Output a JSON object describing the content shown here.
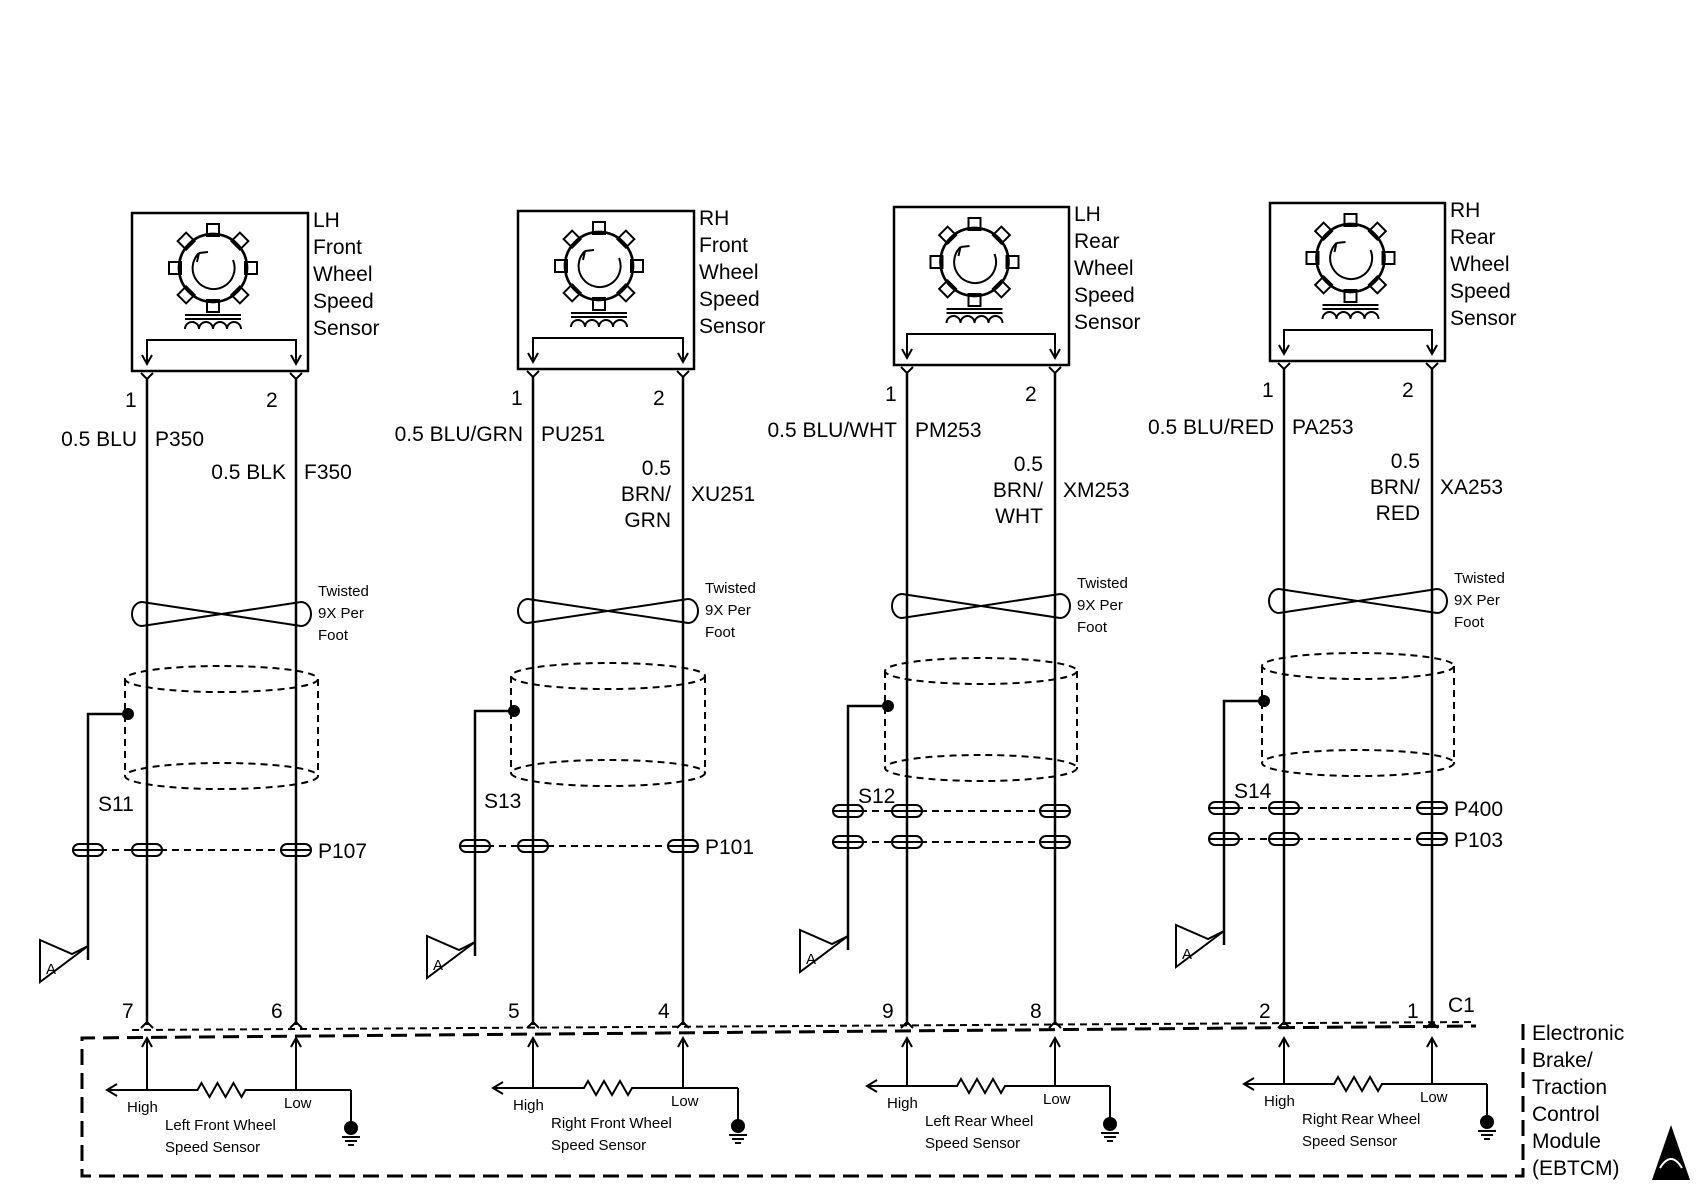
{
  "module": {
    "name_lines": [
      "Electronic",
      "Brake/",
      "Traction",
      "Control",
      "Module",
      "(EBTCM)"
    ],
    "connector": "C1"
  },
  "shield_twist_note": [
    "Twisted",
    "9X Per",
    "Foot"
  ],
  "connector_labels": [
    "P107",
    "P101",
    "P400",
    "P103"
  ],
  "ground_ref": "A",
  "sensors": [
    {
      "title_lines": [
        "LH",
        "Front",
        "Wheel",
        "Speed",
        "Sensor"
      ],
      "pin_high": "1",
      "pin_low": "2",
      "wire_high_color": "0.5 BLU",
      "wire_high_circuit": "P350",
      "wire_low_color_lines": [
        "0.5 BLK"
      ],
      "wire_low_circuit": "F350",
      "splice": "S11",
      "ecu_pin_high": "7",
      "ecu_pin_low": "6",
      "high_label": "High",
      "low_label": "Low",
      "ecu_sensor_lines": [
        "Left Front Wheel",
        "Speed Sensor"
      ]
    },
    {
      "title_lines": [
        "RH",
        "Front",
        "Wheel",
        "Speed",
        "Sensor"
      ],
      "pin_high": "1",
      "pin_low": "2",
      "wire_high_color": "0.5 BLU/GRN",
      "wire_high_circuit": "PU251",
      "wire_low_color_lines": [
        "0.5",
        "BRN/",
        "GRN"
      ],
      "wire_low_circuit": "XU251",
      "splice": "S13",
      "ecu_pin_high": "5",
      "ecu_pin_low": "4",
      "high_label": "High",
      "low_label": "Low",
      "ecu_sensor_lines": [
        "Right Front Wheel",
        "Speed Sensor"
      ]
    },
    {
      "title_lines": [
        "LH",
        "Rear",
        "Wheel",
        "Speed",
        "Sensor"
      ],
      "pin_high": "1",
      "pin_low": "2",
      "wire_high_color": "0.5 BLU/WHT",
      "wire_high_circuit": "PM253",
      "wire_low_color_lines": [
        "0.5",
        "BRN/",
        "WHT"
      ],
      "wire_low_circuit": "XM253",
      "splice": "S12",
      "ecu_pin_high": "9",
      "ecu_pin_low": "8",
      "high_label": "High",
      "low_label": "Low",
      "ecu_sensor_lines": [
        "Left Rear Wheel",
        "Speed Sensor"
      ]
    },
    {
      "title_lines": [
        "RH",
        "Rear",
        "Wheel",
        "Speed",
        "Sensor"
      ],
      "pin_high": "1",
      "pin_low": "2",
      "wire_high_color": "0.5 BLU/RED",
      "wire_high_circuit": "PA253",
      "wire_low_color_lines": [
        "0.5",
        "BRN/",
        "RED"
      ],
      "wire_low_circuit": "XA253",
      "splice": "S14",
      "ecu_pin_high": "2",
      "ecu_pin_low": "1",
      "high_label": "High",
      "low_label": "Low",
      "ecu_sensor_lines": [
        "Right Rear Wheel",
        "Speed Sensor"
      ]
    }
  ]
}
